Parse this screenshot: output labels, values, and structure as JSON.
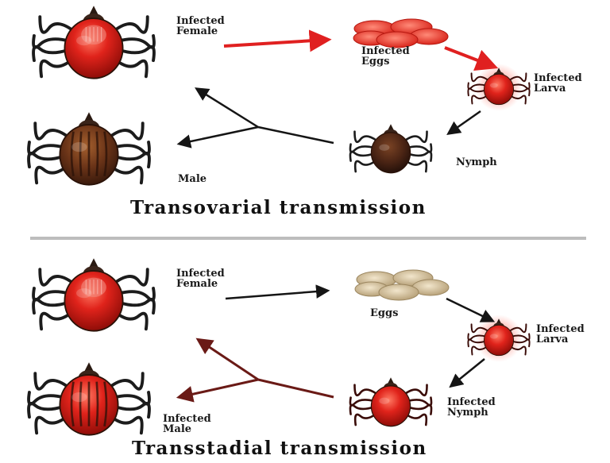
{
  "colors": {
    "infected": "#e0231b",
    "infected_dark": "#8f0d08",
    "male_brown": "#6b3418",
    "nymph_brown": "#4a2414",
    "eggs_plain": "#d9c8a6",
    "arrow_red": "#e02020",
    "arrow_black": "#151515",
    "arrow_maroon": "#6a1a16",
    "divider": "#bdbdbd"
  },
  "transovarial": {
    "title": "Transovarial transmission",
    "female_label": "Infected\nFemale",
    "eggs_label": "Infected\nEggs",
    "larva_label": "Infected\nLarva",
    "nymph_label": "Nymph",
    "male_label": "Male"
  },
  "transstadial": {
    "title": "Transstadial transmission",
    "female_label": "Infected\nFemale",
    "eggs_label": "Eggs",
    "larva_label": "Infected\nLarva",
    "nymph_label": "Infected\nNymph",
    "male_label": "Infected\nMale"
  }
}
